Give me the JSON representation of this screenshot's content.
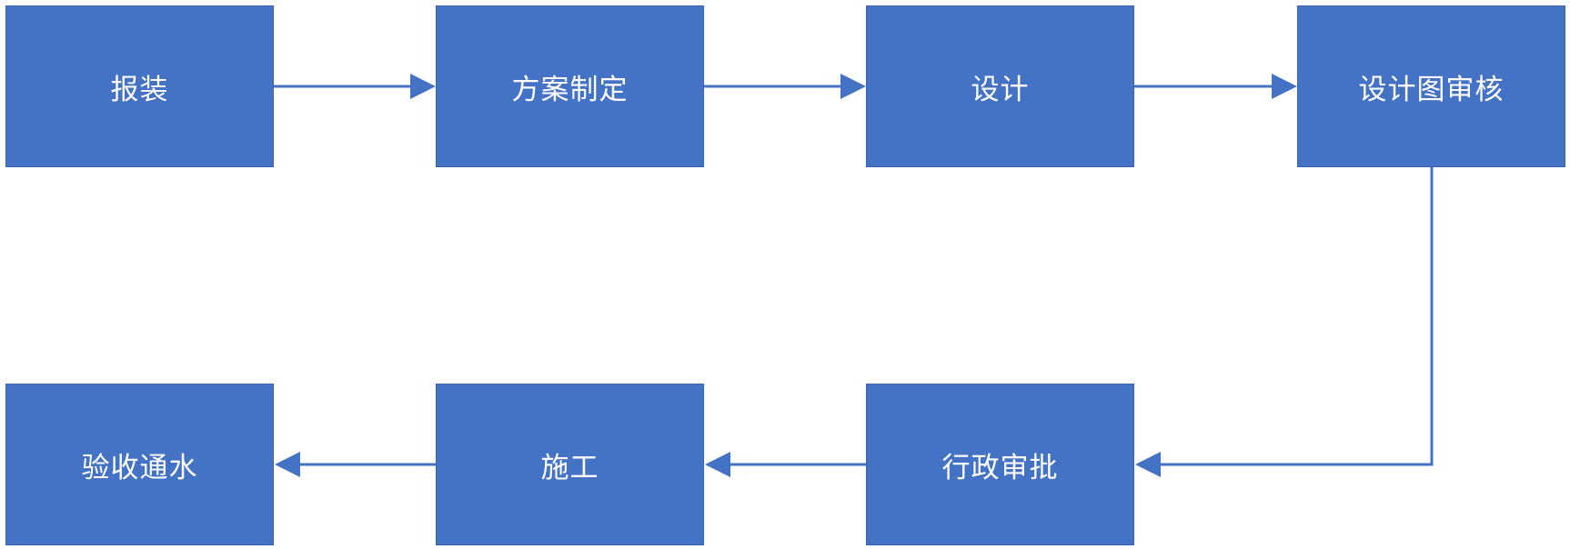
{
  "flowchart": {
    "accent_color": "#4472c4",
    "text_color": "#ffffff",
    "steps": [
      {
        "label": "报装"
      },
      {
        "label": "方案制定"
      },
      {
        "label": "设计"
      },
      {
        "label": "设计图审核"
      },
      {
        "label": "行政审批"
      },
      {
        "label": "施工"
      },
      {
        "label": "验收通水"
      }
    ],
    "connections": [
      {
        "from": "报装",
        "to": "方案制定"
      },
      {
        "from": "方案制定",
        "to": "设计"
      },
      {
        "from": "设计",
        "to": "设计图审核"
      },
      {
        "from": "设计图审核",
        "to": "行政审批"
      },
      {
        "from": "行政审批",
        "to": "施工"
      },
      {
        "from": "施工",
        "to": "验收通水"
      }
    ]
  }
}
